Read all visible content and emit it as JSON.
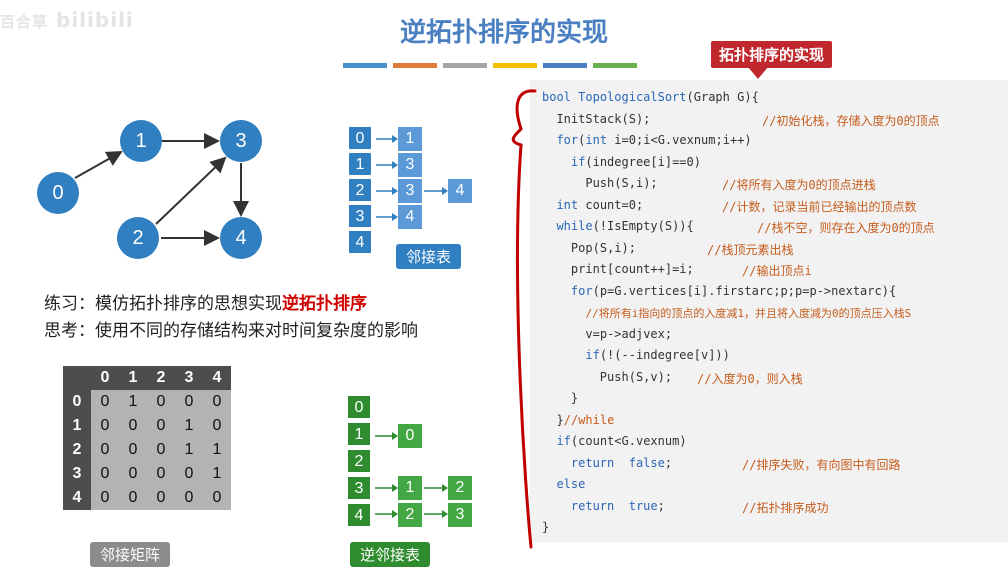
{
  "watermark": {
    "left": "百合草",
    "right": "bilibili"
  },
  "title": "逆拓扑排序的实现",
  "accent_bar_colors": [
    "#4a90c8",
    "#e07b39",
    "#a5a5a5",
    "#f2c200",
    "#4a7fc1",
    "#6ab04c"
  ],
  "callout_label": "拓扑排序的实现",
  "graph": {
    "nodes": [
      "0",
      "1",
      "2",
      "3",
      "4"
    ]
  },
  "adjacency_list": {
    "heads": [
      "0",
      "1",
      "2",
      "3",
      "4"
    ],
    "items": {
      "row0": [
        "1"
      ],
      "row1": [
        "3"
      ],
      "row2": [
        "3",
        "4"
      ],
      "row3": [
        "4"
      ]
    },
    "label": "邻接表"
  },
  "exercise": {
    "prefix": "练习：模仿拓扑排序的思想实现",
    "highlight": "逆拓扑排序"
  },
  "think": "思考：使用不同的存储结构来对时间复杂度的影响",
  "matrix": {
    "col_headers": [
      "0",
      "1",
      "2",
      "3",
      "4"
    ],
    "row_headers": [
      "0",
      "1",
      "2",
      "3",
      "4"
    ],
    "rows": [
      [
        "0",
        "1",
        "0",
        "0",
        "0"
      ],
      [
        "0",
        "0",
        "0",
        "1",
        "0"
      ],
      [
        "0",
        "0",
        "0",
        "1",
        "1"
      ],
      [
        "0",
        "0",
        "0",
        "0",
        "1"
      ],
      [
        "0",
        "0",
        "0",
        "0",
        "0"
      ]
    ],
    "label": "邻接矩阵"
  },
  "inverse_list": {
    "heads": [
      "0",
      "1",
      "2",
      "3",
      "4"
    ],
    "items": {
      "row1": [
        "0"
      ],
      "row3": [
        "1",
        "2"
      ],
      "row4": [
        "2",
        "3"
      ]
    },
    "label": "逆邻接表"
  },
  "code": [
    {
      "code": "bool TopologicalSort(Graph G){",
      "comment": ""
    },
    {
      "code": "  InitStack(S);",
      "comment": "//初始化栈，存储入度为0的顶点"
    },
    {
      "code": "  for(int i=0;i<G.vexnum;i++)",
      "comment": ""
    },
    {
      "code": "    if(indegree[i]==0)",
      "comment": ""
    },
    {
      "code": "      Push(S,i);",
      "comment": "//将所有入度为0的顶点进栈"
    },
    {
      "code": "  int count=0;",
      "comment": "//计数，记录当前已经输出的顶点数"
    },
    {
      "code": "  while(!IsEmpty(S)){",
      "comment": "//栈不空，则存在入度为0的顶点"
    },
    {
      "code": "    Pop(S,i);",
      "comment": "//栈顶元素出栈"
    },
    {
      "code": "    print[count++]=i;",
      "comment": "//输出顶点i"
    },
    {
      "code": "    for(p=G.vertices[i].firstarc;p;p=p->nextarc){",
      "comment": ""
    },
    {
      "code": "      ",
      "comment": "//将所有i指向的顶点的入度减1，并且将入度减为0的顶点压入栈S"
    },
    {
      "code": "      v=p->adjvex;",
      "comment": ""
    },
    {
      "code": "      if(!(--indegree[v]))",
      "comment": ""
    },
    {
      "code": "        Push(S,v);",
      "comment": "//入度为0，则入栈"
    },
    {
      "code": "    }",
      "comment": ""
    },
    {
      "code": "  }",
      "comment": "//while"
    },
    {
      "code": "  if(count<G.vexnum)",
      "comment": ""
    },
    {
      "code": "    return  false;",
      "comment": "//排序失败，有向图中有回路"
    },
    {
      "code": "  else",
      "comment": ""
    },
    {
      "code": "    return  true;",
      "comment": "//拓扑排序成功"
    },
    {
      "code": "}",
      "comment": ""
    }
  ]
}
